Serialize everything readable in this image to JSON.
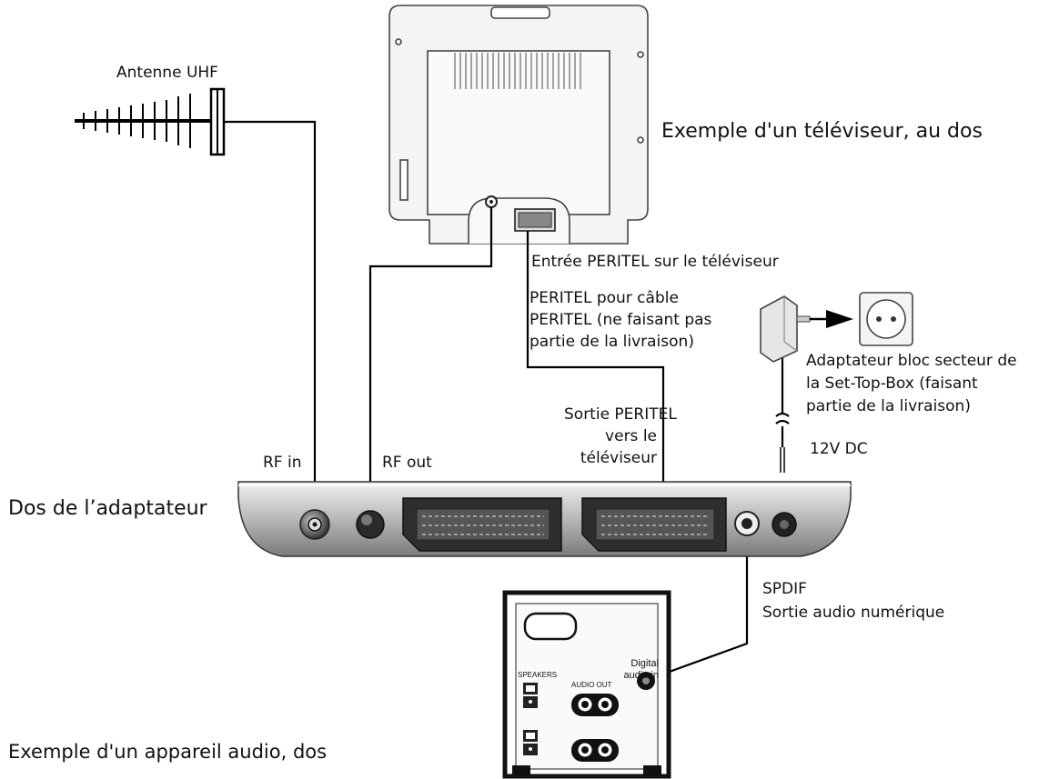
{
  "labels": {
    "antenna": "Antenne UHF",
    "tv_back": "Exemple d'un téléviseur, au dos",
    "tv_scart_in": "Entrée PERITEL sur le téléviseur",
    "scart_cable_1": "PERITEL pour câble",
    "scart_cable_2": "PERITEL (ne faisant pas",
    "scart_cable_3": "partie de la livraison)",
    "power_adapter_1": "Adaptateur bloc secteur de",
    "power_adapter_2": "la Set-Top-Box (faisant",
    "power_adapter_3": "partie de la livraison)",
    "dc_voltage": "12V DC",
    "scart_out_1": "Sortie PERITEL",
    "scart_out_2": "vers le",
    "scart_out_3": "téléviseur",
    "rf_in": "RF in",
    "rf_out": "RF out",
    "adapter_back": "Dos de l’adaptateur",
    "spdif": "SPDIF",
    "spdif_desc": "Sortie audio numérique",
    "audio_device": "Exemple d'un appareil audio, dos",
    "digital_in_1": "Digital",
    "digital_in_2": "audio in",
    "speakers": "SPEAKERS",
    "audio_out": "AUDIO OUT"
  },
  "colors": {
    "cable": "#000000",
    "device_outline": "#555555",
    "device_body": "#f4f4f4"
  }
}
